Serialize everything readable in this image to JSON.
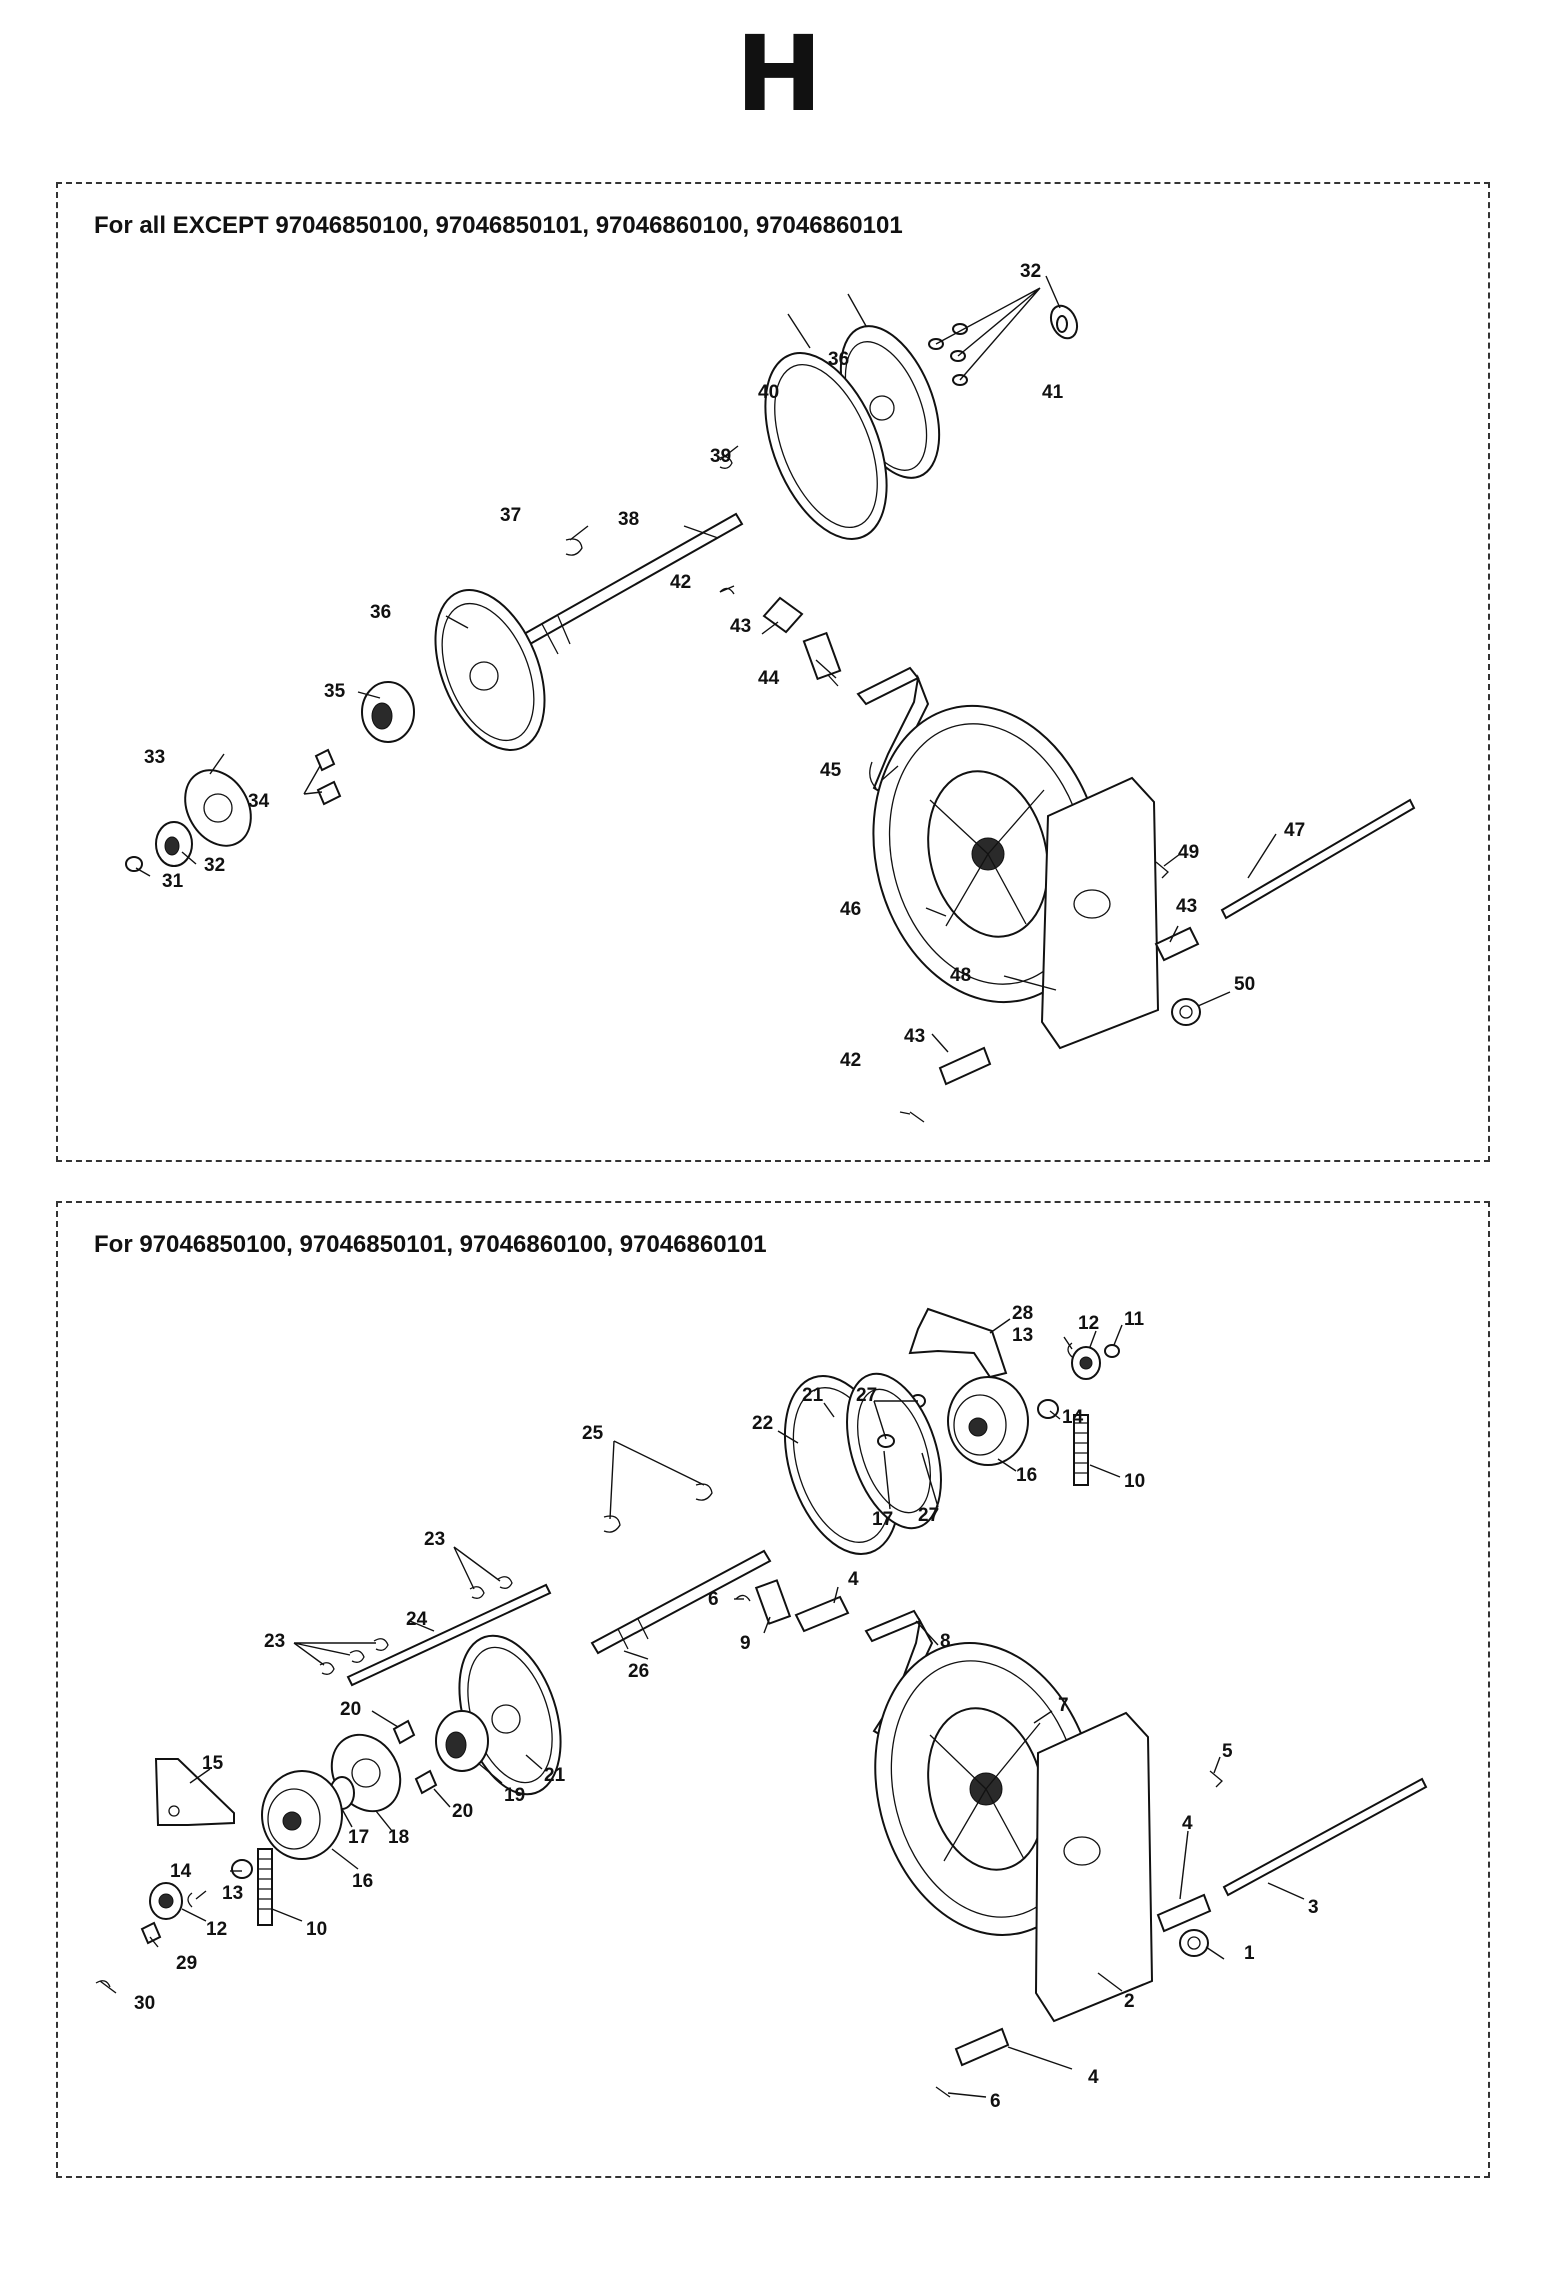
{
  "page_letter": "H",
  "panels": [
    {
      "heading": "For all EXCEPT 97046850100, 97046850101, 97046860100, 97046860101",
      "callouts": [
        "32",
        "36",
        "41",
        "40",
        "39",
        "37",
        "38",
        "42",
        "43",
        "36",
        "44",
        "35",
        "45",
        "33",
        "34",
        "49",
        "47",
        "32",
        "31",
        "46",
        "43",
        "48",
        "50",
        "43",
        "42"
      ]
    },
    {
      "heading": "For 97046850100, 97046850101, 97046860100, 97046860101",
      "callouts": [
        "28",
        "13",
        "12",
        "11",
        "21",
        "27",
        "14",
        "22",
        "16",
        "10",
        "17",
        "27",
        "25",
        "23",
        "4",
        "6",
        "9",
        "8",
        "23",
        "24",
        "26",
        "7",
        "20",
        "15",
        "21",
        "19",
        "20",
        "5",
        "17",
        "18",
        "14",
        "16",
        "4",
        "13",
        "3",
        "12",
        "10",
        "29",
        "1",
        "30",
        "2",
        "4",
        "6"
      ]
    }
  ]
}
